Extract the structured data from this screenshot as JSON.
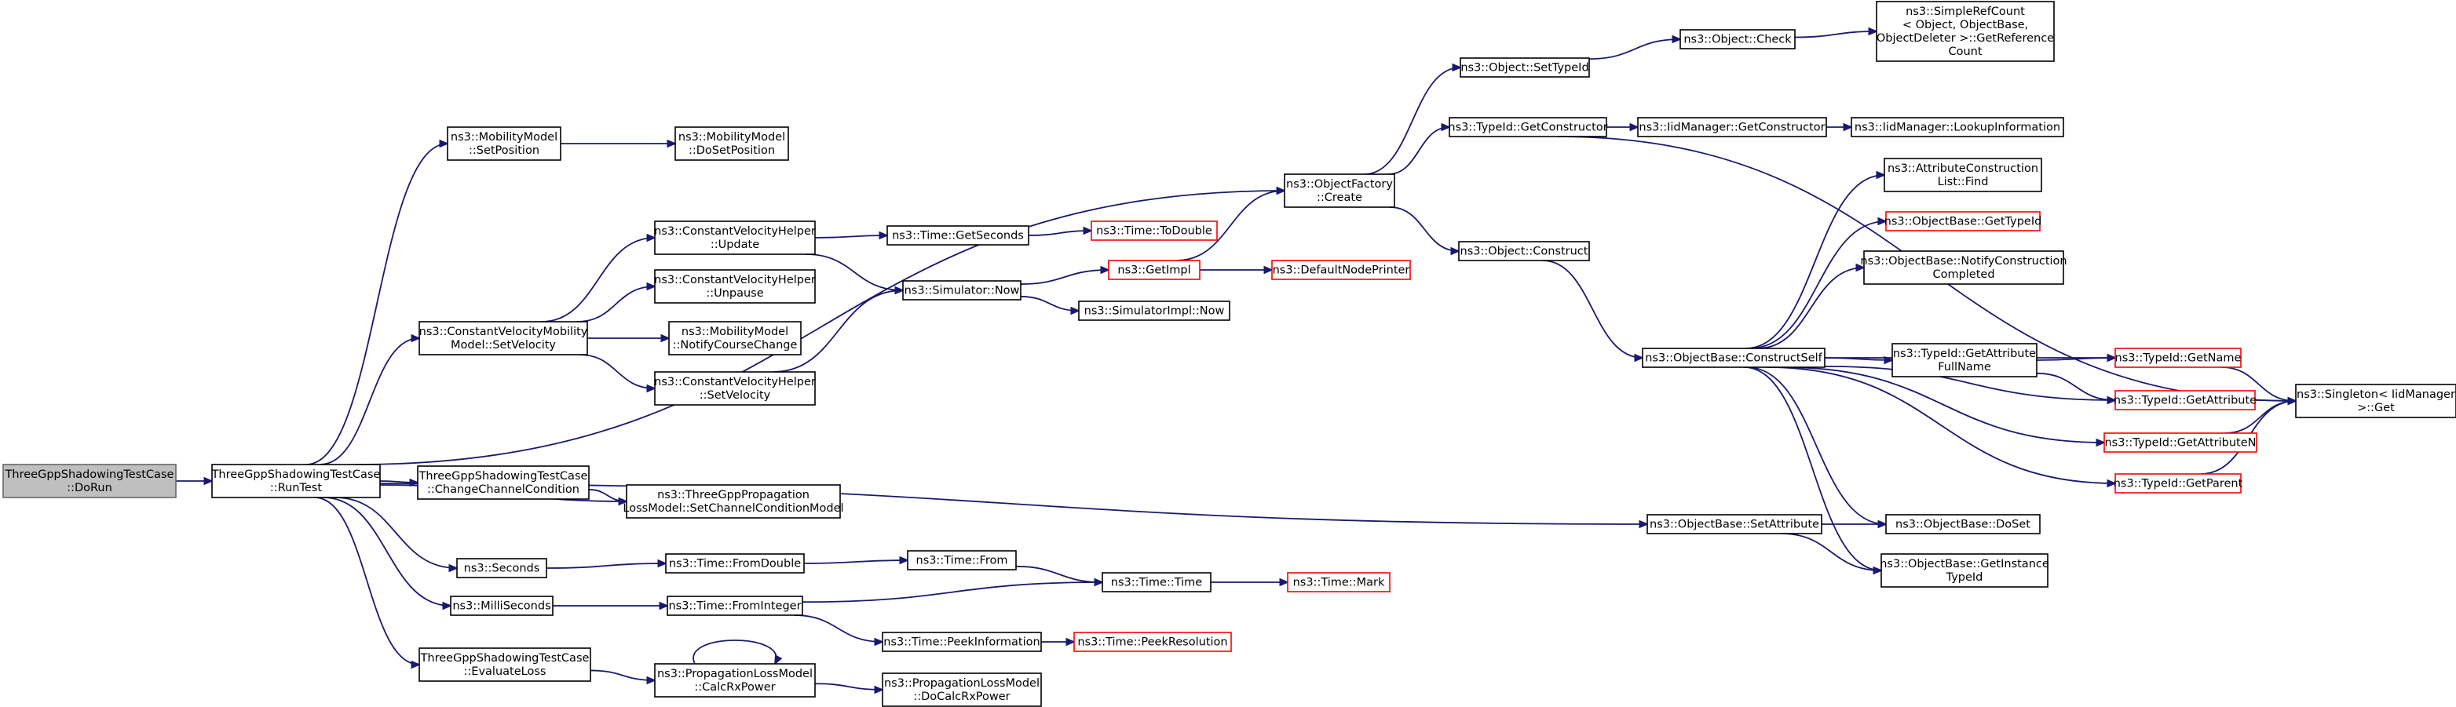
{
  "colors": {
    "node_border": "#000000",
    "node_fill": "#ffffff",
    "root_fill": "#bfbfbf",
    "root_border": "#666666",
    "truncated_border": "#ff0000",
    "edge": "#191970"
  },
  "nodes": [
    {
      "id": "dorun",
      "lines": [
        "ThreeGppShadowingTestCase",
        "::DoRun"
      ],
      "kind": "root"
    },
    {
      "id": "runtest",
      "lines": [
        "ThreeGppShadowingTestCase",
        "::RunTest"
      ],
      "kind": "normal"
    },
    {
      "id": "mm_setpos",
      "lines": [
        "ns3::MobilityModel",
        "::SetPosition"
      ],
      "kind": "normal"
    },
    {
      "id": "mm_dosetpos",
      "lines": [
        "ns3::MobilityModel",
        "::DoSetPosition"
      ],
      "kind": "normal"
    },
    {
      "id": "cvmm_setvel",
      "lines": [
        "ns3::ConstantVelocityMobility",
        "Model::SetVelocity"
      ],
      "kind": "normal"
    },
    {
      "id": "cvh_update",
      "lines": [
        "ns3::ConstantVelocityHelper",
        "::Update"
      ],
      "kind": "normal"
    },
    {
      "id": "cvh_unpause",
      "lines": [
        "ns3::ConstantVelocityHelper",
        "::Unpause"
      ],
      "kind": "normal"
    },
    {
      "id": "mm_notify",
      "lines": [
        "ns3::MobilityModel",
        "::NotifyCourseChange"
      ],
      "kind": "normal"
    },
    {
      "id": "cvh_setvel",
      "lines": [
        "ns3::ConstantVelocityHelper",
        "::SetVelocity"
      ],
      "kind": "normal"
    },
    {
      "id": "time_getsec",
      "lines": [
        "ns3::Time::GetSeconds"
      ],
      "kind": "normal"
    },
    {
      "id": "time_todouble",
      "lines": [
        "ns3::Time::ToDouble"
      ],
      "kind": "truncated"
    },
    {
      "id": "sim_now",
      "lines": [
        "ns3::Simulator::Now"
      ],
      "kind": "normal"
    },
    {
      "id": "getimpl",
      "lines": [
        "ns3::GetImpl"
      ],
      "kind": "truncated"
    },
    {
      "id": "defnodeprinter",
      "lines": [
        "ns3::DefaultNodePrinter"
      ],
      "kind": "truncated"
    },
    {
      "id": "simimpl_now",
      "lines": [
        "ns3::SimulatorImpl::Now"
      ],
      "kind": "normal"
    },
    {
      "id": "objfactory_create",
      "lines": [
        "ns3::ObjectFactory",
        "::Create"
      ],
      "kind": "normal"
    },
    {
      "id": "obj_settypeid",
      "lines": [
        "ns3::Object::SetTypeId"
      ],
      "kind": "normal"
    },
    {
      "id": "obj_check",
      "lines": [
        "ns3::Object::Check"
      ],
      "kind": "normal"
    },
    {
      "id": "simplerefcount",
      "lines": [
        "ns3::SimpleRefCount",
        "< Object, ObjectBase,",
        "ObjectDeleter >::GetReference",
        "Count"
      ],
      "kind": "normal"
    },
    {
      "id": "typeid_getctor",
      "lines": [
        "ns3::TypeId::GetConstructor"
      ],
      "kind": "normal"
    },
    {
      "id": "iidmgr_getctor",
      "lines": [
        "ns3::IidManager::GetConstructor"
      ],
      "kind": "normal"
    },
    {
      "id": "iidmgr_lookup",
      "lines": [
        "ns3::IidManager::LookupInformation"
      ],
      "kind": "normal"
    },
    {
      "id": "obj_construct",
      "lines": [
        "ns3::Object::Construct"
      ],
      "kind": "normal"
    },
    {
      "id": "ob_constructself",
      "lines": [
        "ns3::ObjectBase::ConstructSelf"
      ],
      "kind": "normal"
    },
    {
      "id": "attrlist_find",
      "lines": [
        "ns3::AttributeConstruction",
        "List::Find"
      ],
      "kind": "normal"
    },
    {
      "id": "ob_gettypeid",
      "lines": [
        "ns3::ObjectBase::GetTypeId"
      ],
      "kind": "truncated"
    },
    {
      "id": "ob_notifyconstr",
      "lines": [
        "ns3::ObjectBase::NotifyConstruction",
        "Completed"
      ],
      "kind": "normal"
    },
    {
      "id": "typeid_getattrfull",
      "lines": [
        "ns3::TypeId::GetAttribute",
        "FullName"
      ],
      "kind": "normal"
    },
    {
      "id": "typeid_getname",
      "lines": [
        "ns3::TypeId::GetName"
      ],
      "kind": "truncated"
    },
    {
      "id": "typeid_getattr",
      "lines": [
        "ns3::TypeId::GetAttribute"
      ],
      "kind": "truncated"
    },
    {
      "id": "typeid_getattrn",
      "lines": [
        "ns3::TypeId::GetAttributeN"
      ],
      "kind": "truncated"
    },
    {
      "id": "typeid_getparent",
      "lines": [
        "ns3::TypeId::GetParent"
      ],
      "kind": "truncated"
    },
    {
      "id": "singleton_get",
      "lines": [
        "ns3::Singleton< IidManager",
        ">::Get"
      ],
      "kind": "normal"
    },
    {
      "id": "ob_setattr",
      "lines": [
        "ns3::ObjectBase::SetAttribute"
      ],
      "kind": "normal"
    },
    {
      "id": "ob_doset",
      "lines": [
        "ns3::ObjectBase::DoSet"
      ],
      "kind": "normal"
    },
    {
      "id": "ob_getinsttypeid",
      "lines": [
        "ns3::ObjectBase::GetInstance",
        "TypeId"
      ],
      "kind": "normal"
    },
    {
      "id": "changechan",
      "lines": [
        "ThreeGppShadowingTestCase",
        "::ChangeChannelCondition"
      ],
      "kind": "normal"
    },
    {
      "id": "plm_setchan",
      "lines": [
        "ns3::ThreeGppPropagation",
        "LossModel::SetChannelConditionModel"
      ],
      "kind": "normal"
    },
    {
      "id": "seconds",
      "lines": [
        "ns3::Seconds"
      ],
      "kind": "normal"
    },
    {
      "id": "time_fromdouble",
      "lines": [
        "ns3::Time::FromDouble"
      ],
      "kind": "normal"
    },
    {
      "id": "time_from",
      "lines": [
        "ns3::Time::From"
      ],
      "kind": "normal"
    },
    {
      "id": "time_time",
      "lines": [
        "ns3::Time::Time"
      ],
      "kind": "normal"
    },
    {
      "id": "time_mark",
      "lines": [
        "ns3::Time::Mark"
      ],
      "kind": "truncated"
    },
    {
      "id": "millisec",
      "lines": [
        "ns3::MilliSeconds"
      ],
      "kind": "normal"
    },
    {
      "id": "time_fromint",
      "lines": [
        "ns3::Time::FromInteger"
      ],
      "kind": "normal"
    },
    {
      "id": "time_peekinfo",
      "lines": [
        "ns3::Time::PeekInformation"
      ],
      "kind": "normal"
    },
    {
      "id": "time_peekres",
      "lines": [
        "ns3::Time::PeekResolution"
      ],
      "kind": "truncated"
    },
    {
      "id": "evalloss",
      "lines": [
        "ThreeGppShadowingTestCase",
        "::EvaluateLoss"
      ],
      "kind": "normal"
    },
    {
      "id": "plm_calcrx",
      "lines": [
        "ns3::PropagationLossModel",
        "::CalcRxPower"
      ],
      "kind": "normal"
    },
    {
      "id": "plm_docalcrx",
      "lines": [
        "ns3::PropagationLossModel",
        "::DoCalcRxPower"
      ],
      "kind": "normal"
    }
  ],
  "edges": [
    [
      "dorun",
      "runtest"
    ],
    [
      "runtest",
      "mm_setpos"
    ],
    [
      "runtest",
      "objfactory_create"
    ],
    [
      "runtest",
      "cvmm_setvel"
    ],
    [
      "runtest",
      "ob_setattr"
    ],
    [
      "runtest",
      "changechan"
    ],
    [
      "runtest",
      "plm_setchan"
    ],
    [
      "runtest",
      "seconds"
    ],
    [
      "runtest",
      "millisec"
    ],
    [
      "runtest",
      "evalloss"
    ],
    [
      "mm_setpos",
      "mm_dosetpos"
    ],
    [
      "cvmm_setvel",
      "cvh_update"
    ],
    [
      "cvmm_setvel",
      "cvh_unpause"
    ],
    [
      "cvmm_setvel",
      "mm_notify"
    ],
    [
      "cvmm_setvel",
      "cvh_setvel"
    ],
    [
      "cvh_update",
      "time_getsec"
    ],
    [
      "cvh_update",
      "sim_now"
    ],
    [
      "cvh_setvel",
      "sim_now"
    ],
    [
      "time_getsec",
      "time_todouble"
    ],
    [
      "sim_now",
      "getimpl"
    ],
    [
      "sim_now",
      "simimpl_now"
    ],
    [
      "getimpl",
      "defnodeprinter"
    ],
    [
      "getimpl",
      "objfactory_create"
    ],
    [
      "objfactory_create",
      "obj_settypeid"
    ],
    [
      "objfactory_create",
      "typeid_getctor"
    ],
    [
      "objfactory_create",
      "obj_construct"
    ],
    [
      "obj_settypeid",
      "obj_check"
    ],
    [
      "obj_check",
      "simplerefcount"
    ],
    [
      "typeid_getctor",
      "iidmgr_getctor"
    ],
    [
      "typeid_getctor",
      "singleton_get"
    ],
    [
      "iidmgr_getctor",
      "iidmgr_lookup"
    ],
    [
      "obj_construct",
      "ob_constructself"
    ],
    [
      "ob_constructself",
      "attrlist_find"
    ],
    [
      "ob_constructself",
      "ob_gettypeid"
    ],
    [
      "ob_constructself",
      "ob_notifyconstr"
    ],
    [
      "ob_constructself",
      "typeid_getattrfull"
    ],
    [
      "ob_constructself",
      "typeid_getname"
    ],
    [
      "ob_constructself",
      "typeid_getattr"
    ],
    [
      "ob_constructself",
      "typeid_getattrn"
    ],
    [
      "ob_constructself",
      "typeid_getparent"
    ],
    [
      "ob_constructself",
      "ob_doset"
    ],
    [
      "ob_constructself",
      "ob_getinsttypeid"
    ],
    [
      "typeid_getattrfull",
      "typeid_getname"
    ],
    [
      "typeid_getattrfull",
      "typeid_getattr"
    ],
    [
      "typeid_getname",
      "singleton_get"
    ],
    [
      "typeid_getattr",
      "singleton_get"
    ],
    [
      "typeid_getattrn",
      "singleton_get"
    ],
    [
      "typeid_getparent",
      "singleton_get"
    ],
    [
      "ob_setattr",
      "ob_doset"
    ],
    [
      "ob_setattr",
      "ob_getinsttypeid"
    ],
    [
      "changechan",
      "plm_setchan"
    ],
    [
      "seconds",
      "time_fromdouble"
    ],
    [
      "time_fromdouble",
      "time_from"
    ],
    [
      "time_from",
      "time_time"
    ],
    [
      "time_time",
      "time_mark"
    ],
    [
      "millisec",
      "time_fromint"
    ],
    [
      "time_fromint",
      "time_time"
    ],
    [
      "time_fromint",
      "time_peekinfo"
    ],
    [
      "time_peekinfo",
      "time_peekres"
    ],
    [
      "evalloss",
      "plm_calcrx"
    ],
    [
      "plm_calcrx",
      "plm_calcrx"
    ],
    [
      "plm_calcrx",
      "plm_docalcrx"
    ]
  ]
}
